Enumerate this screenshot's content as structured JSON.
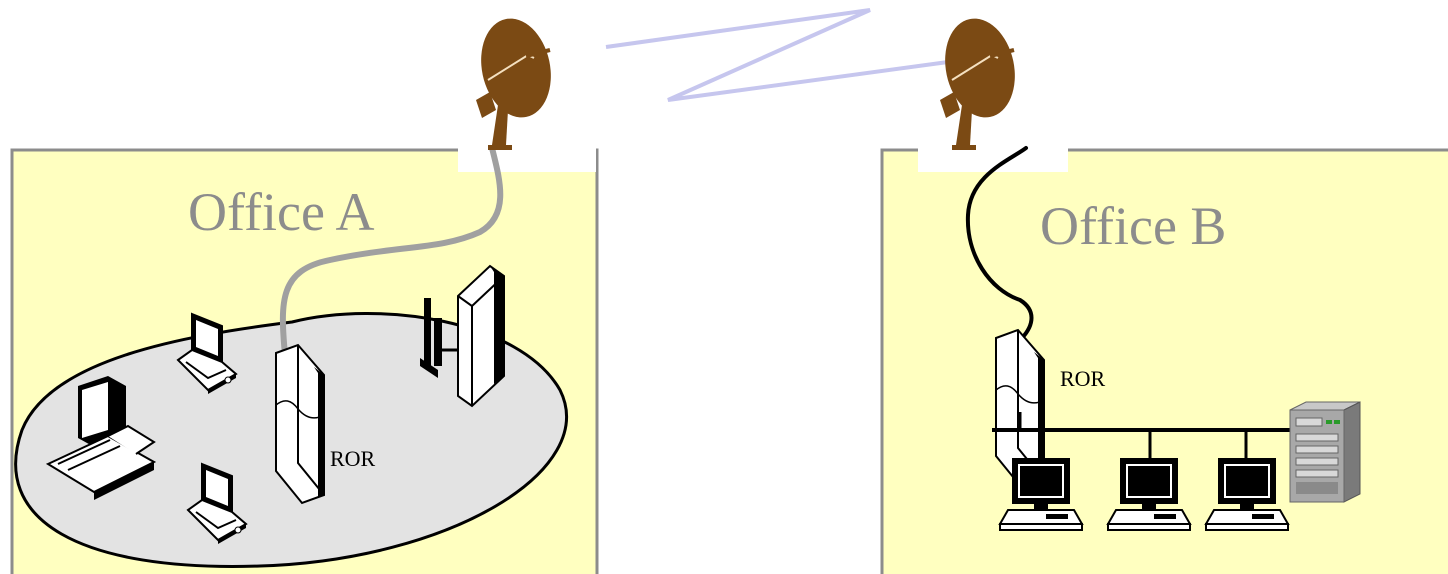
{
  "office_a": {
    "title": "Office A",
    "router_label": "ROR"
  },
  "office_b": {
    "title": "Office B",
    "router_label": "ROR"
  },
  "colors": {
    "office_fill": "#ffffc0",
    "office_border": "#8c8c8c",
    "title_text": "#8c8c8c",
    "lan_area_fill": "#e3e3e3",
    "dish": "#7b4a14",
    "radio_link": "#c6c6ee",
    "cable_a": "#a0a0a0",
    "cable_b": "#000000",
    "bus": "#000000"
  },
  "icons": {
    "antenna": "satellite-dish-icon",
    "router": "router-icon",
    "laptop": "laptop-icon",
    "desktop": "desktop-computer-icon",
    "tower_server": "tower-server-icon",
    "access_point": "wireless-access-point-icon",
    "server": "server-icon"
  }
}
